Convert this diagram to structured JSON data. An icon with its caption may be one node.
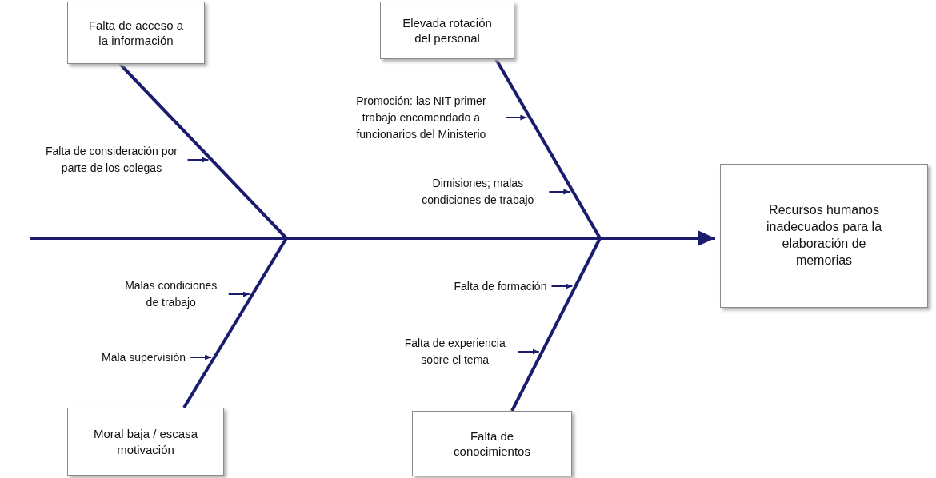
{
  "diagram": {
    "nodes": [
      {
        "text": [
          "Falta de acceso a la información"
        ]
      },
      {
        "text": [
          "Elevada rotación del personal"
        ]
      },
      {
        "text": [
          "Recursos humanos inadecuados para la elaboración de memorias"
        ]
      },
      {
        "text": [
          "Moral baja / escasa motivación"
        ]
      },
      {
        "text": [
          "Falta de conocimientos"
        ]
      },
      {
        "text": [
          "Falta de consideración por parte de los colegas"
        ]
      },
      {
        "text": [
          "Promoción: las NIT primer trabajo encomendado a funcionarios del Ministerio"
        ]
      },
      {
        "text": [
          "Dimisiones; malas condiciones de trabajo"
        ]
      },
      {
        "text": [
          "Malas condiciones de trabajo"
        ]
      },
      {
        "text": [
          "Mala supervisión"
        ]
      },
      {
        "text": [
          "Falta de formación"
        ]
      },
      {
        "text": [
          "Falta de experiencia sobre el tema"
        ]
      }
    ],
    "edges": [
      {
        "from": null,
        "to": 2,
        "arrow": "to",
        "style": "thick"
      },
      {
        "from": 0,
        "to": null,
        "arrow": "none",
        "style": "thick"
      },
      {
        "from": 1,
        "to": null,
        "arrow": "none",
        "style": "thick"
      },
      {
        "from": 3,
        "to": null,
        "arrow": "none",
        "style": "thick"
      },
      {
        "from": 4,
        "to": null,
        "arrow": "none",
        "style": "thick"
      },
      {
        "from": 5,
        "to": null,
        "arrow": "to"
      },
      {
        "from": 6,
        "to": null,
        "arrow": "to"
      },
      {
        "from": 7,
        "to": null,
        "arrow": "to"
      },
      {
        "from": 8,
        "to": null,
        "arrow": "to"
      },
      {
        "from": 9,
        "to": null,
        "arrow": "to"
      },
      {
        "from": 10,
        "to": null,
        "arrow": "to"
      },
      {
        "from": 11,
        "to": null,
        "arrow": "to"
      }
    ]
  }
}
